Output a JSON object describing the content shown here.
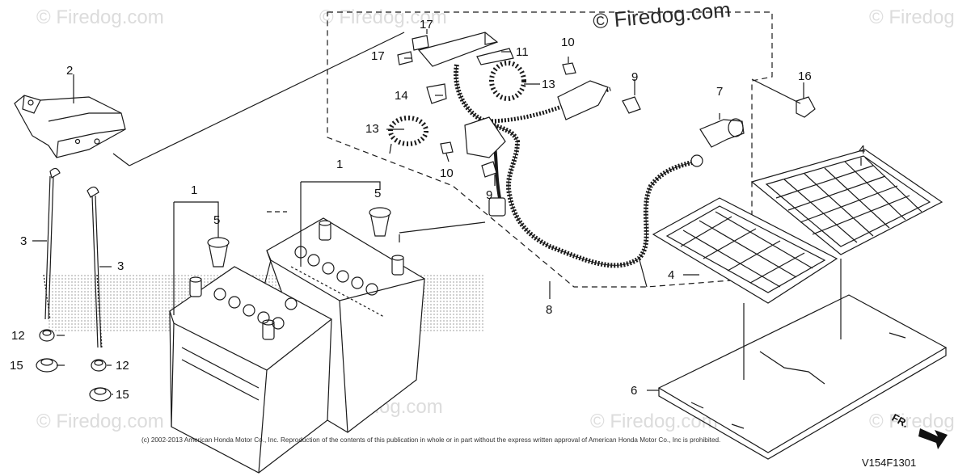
{
  "watermarks": {
    "brand": "© Firedog.com",
    "marks": [
      "© Firedog.com",
      "© Firedog.com",
      "© Firedog.com",
      "© Firedog.com",
      "© Firedog.com",
      "© Firedog.com",
      "© Firedog.com",
      "© Firedog.com"
    ]
  },
  "callouts": {
    "c1a": "1",
    "c1b": "1",
    "c2": "2",
    "c3a": "3",
    "c3b": "3",
    "c4a": "4",
    "c4b": "4",
    "c5a": "5",
    "c5b": "5",
    "c6": "6",
    "c7": "7",
    "c8": "8",
    "c9a": "9",
    "c9b": "9",
    "c10a": "10",
    "c10b": "10",
    "c11": "11",
    "c12a": "12",
    "c12b": "12",
    "c13a": "13",
    "c13b": "13",
    "c14": "14",
    "c15a": "15",
    "c15b": "15",
    "c16": "16",
    "c17a": "17",
    "c17b": "17"
  },
  "footer": {
    "copyright": "(c) 2002-2013 American Honda Motor Co., Inc. Reproduction of the contents of this publication in whole or in part without the express written approval of American Honda Motor Co., Inc is prohibited.",
    "diagram_code": "V154F1301",
    "direction_label": "FR."
  },
  "colors": {
    "line": "#1a1a1a",
    "watermark": "#dcdcdc",
    "halftone": "#9a9a9a"
  }
}
